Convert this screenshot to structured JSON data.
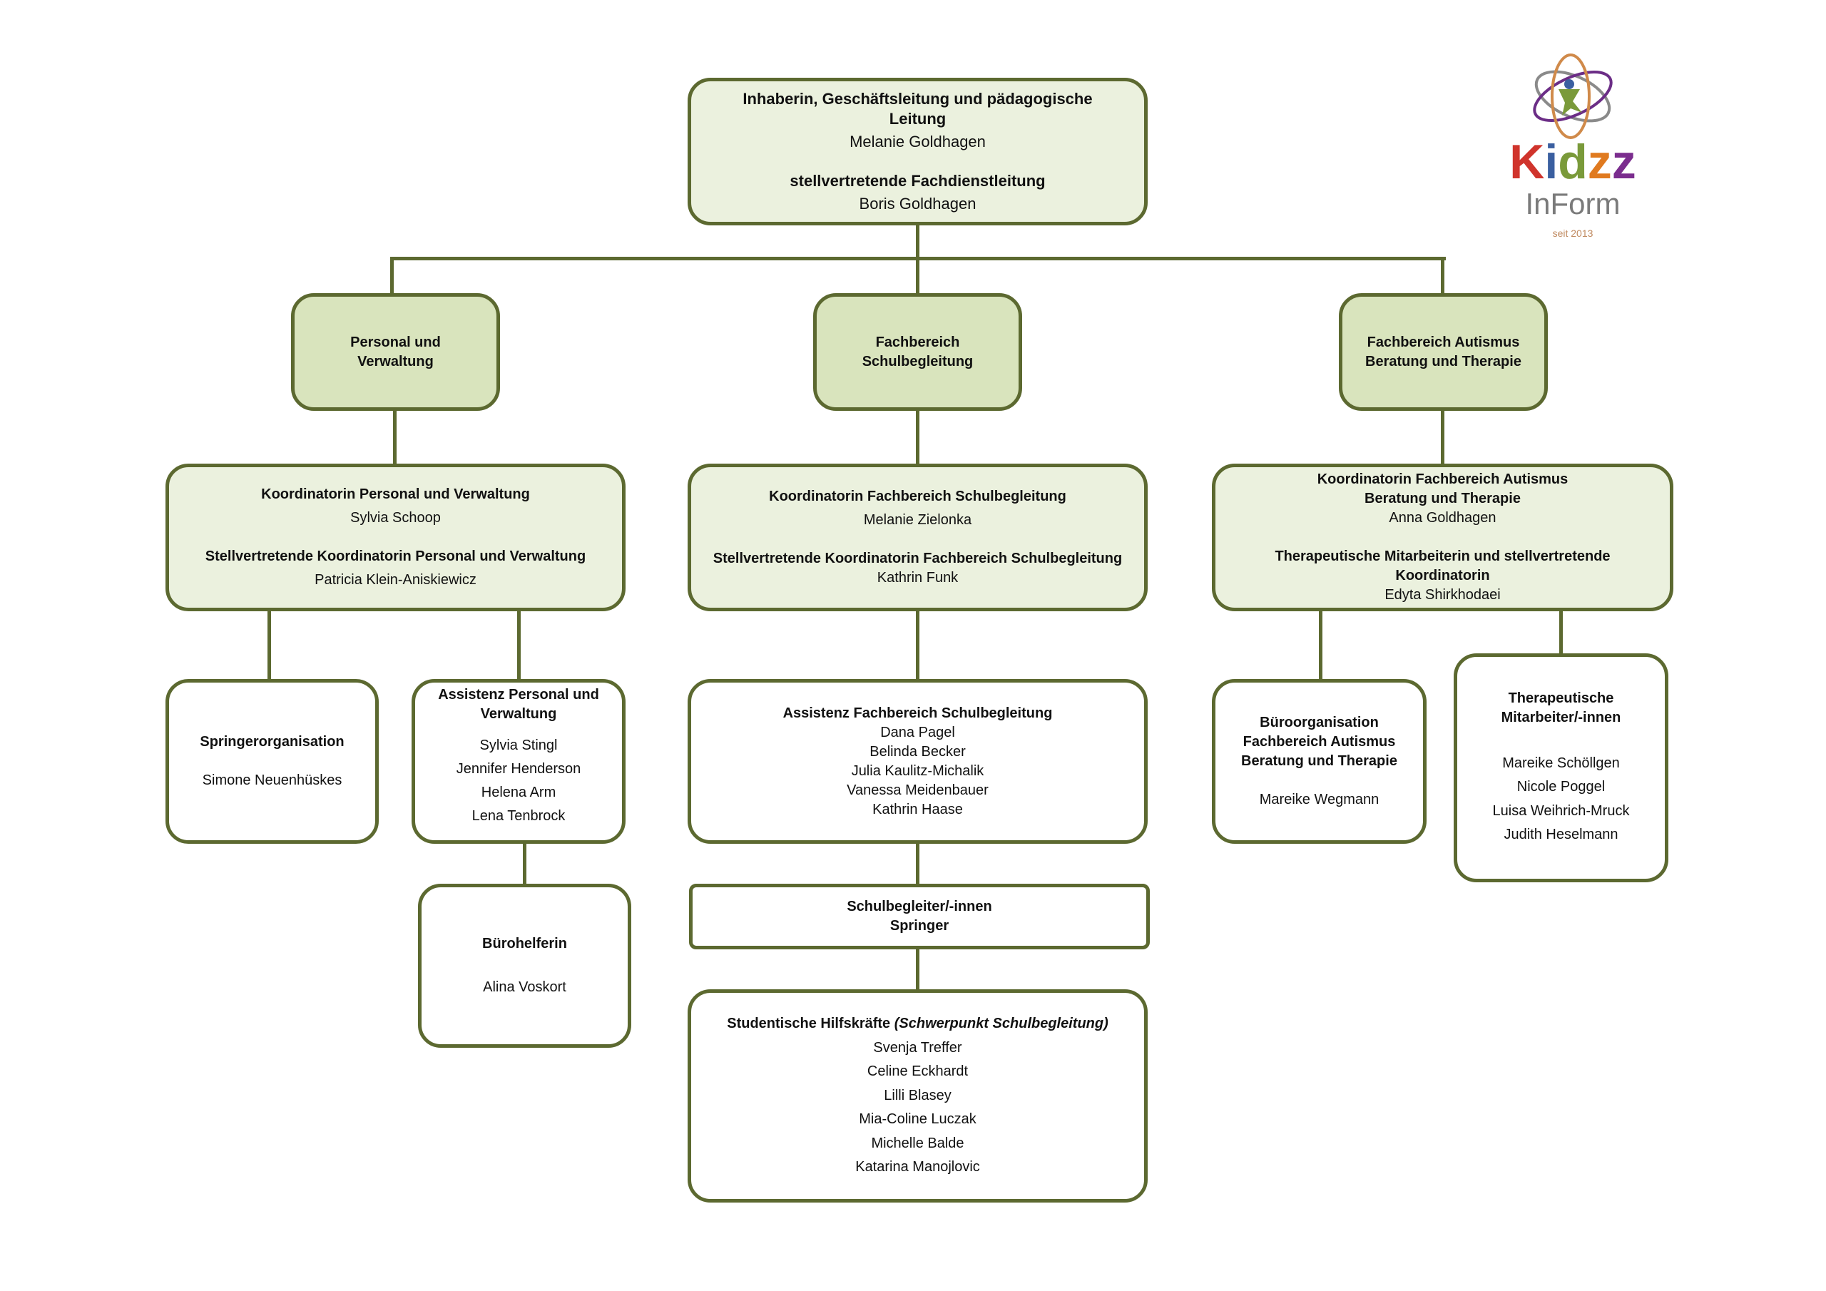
{
  "top": {
    "title": "Inhaberin, Geschäftsleitung und pädagogische Leitung",
    "name": "Melanie Goldhagen",
    "deputy_title": "stellvertretende Fachdienstleitung",
    "deputy_name": "Boris Goldhagen"
  },
  "departments": [
    {
      "label": "Personal und Verwaltung"
    },
    {
      "label": "Fachbereich Schulbegleitung"
    },
    {
      "label": "Fachbereich Autismus Beratung und Therapie"
    }
  ],
  "coordinators": [
    {
      "title": "Koordinatorin Personal und Verwaltung",
      "name": "Sylvia Schoop",
      "deputy_title": "Stellvertretende Koordinatorin Personal und Verwaltung",
      "deputy_name": "Patricia Klein-Aniskiewicz"
    },
    {
      "title": "Koordinatorin Fachbereich Schulbegleitung",
      "name": "Melanie Zielonka",
      "deputy_title": "Stellvertretende Koordinatorin Fachbereich Schulbegleitung",
      "deputy_name": "Kathrin Funk"
    },
    {
      "title": "Koordinatorin Fachbereich Autismus Beratung und Therapie",
      "name": "Anna Goldhagen",
      "deputy_title": "Therapeutische Mitarbeiterin und stellvertretende Koordinatorin",
      "deputy_name": "Edyta Shirkhodaei"
    }
  ],
  "springer": {
    "title": "Springerorganisation",
    "names": [
      "Simone Neuenhüskes"
    ]
  },
  "assistenz_pv": {
    "title": "Assistenz Personal und Verwaltung",
    "names": [
      "Sylvia Stingl",
      "Jennifer Henderson",
      "Helena Arm",
      "Lena Tenbrock"
    ]
  },
  "buerohelferin": {
    "title": "Bürohelferin",
    "names": [
      "Alina Voskort"
    ]
  },
  "assistenz_fs": {
    "title": "Assistenz Fachbereich Schulbegleitung",
    "names": [
      "Dana Pagel",
      "Belinda Becker",
      "Julia Kaulitz-Michalik",
      "Vanessa Meidenbauer",
      "Kathrin Haase"
    ]
  },
  "schulbegleiter": {
    "title": "Schulbegleiter/-innen",
    "subtitle": "Springer"
  },
  "studentische": {
    "title": "Studentische Hilfskräfte",
    "title_italic": "(Schwerpunkt Schulbegleitung)",
    "names": [
      "Svenja Treffer",
      "Celine Eckhardt",
      "Lilli Blasey",
      "Mia-Coline Luczak",
      "Michelle Balde",
      "Katarina Manojlovic"
    ]
  },
  "bueroorg": {
    "title": "Büroorganisation Fachbereich Autismus Beratung und Therapie",
    "names": [
      "Mareike Wegmann"
    ]
  },
  "therapeuten": {
    "title": "Therapeutische Mitarbeiter/-innen",
    "names": [
      "Mareike Schöllgen",
      "Nicole Poggel",
      "Luisa Weihrich-Mruck",
      "Judith Heselmann"
    ]
  },
  "logo": {
    "brand": "Kidzz",
    "sub": "InForm",
    "since": "seit 2013",
    "colors": [
      "#d0342c",
      "#3a5fa0",
      "#7a9a3a",
      "#e07a1f",
      "#7b2d8e"
    ]
  }
}
